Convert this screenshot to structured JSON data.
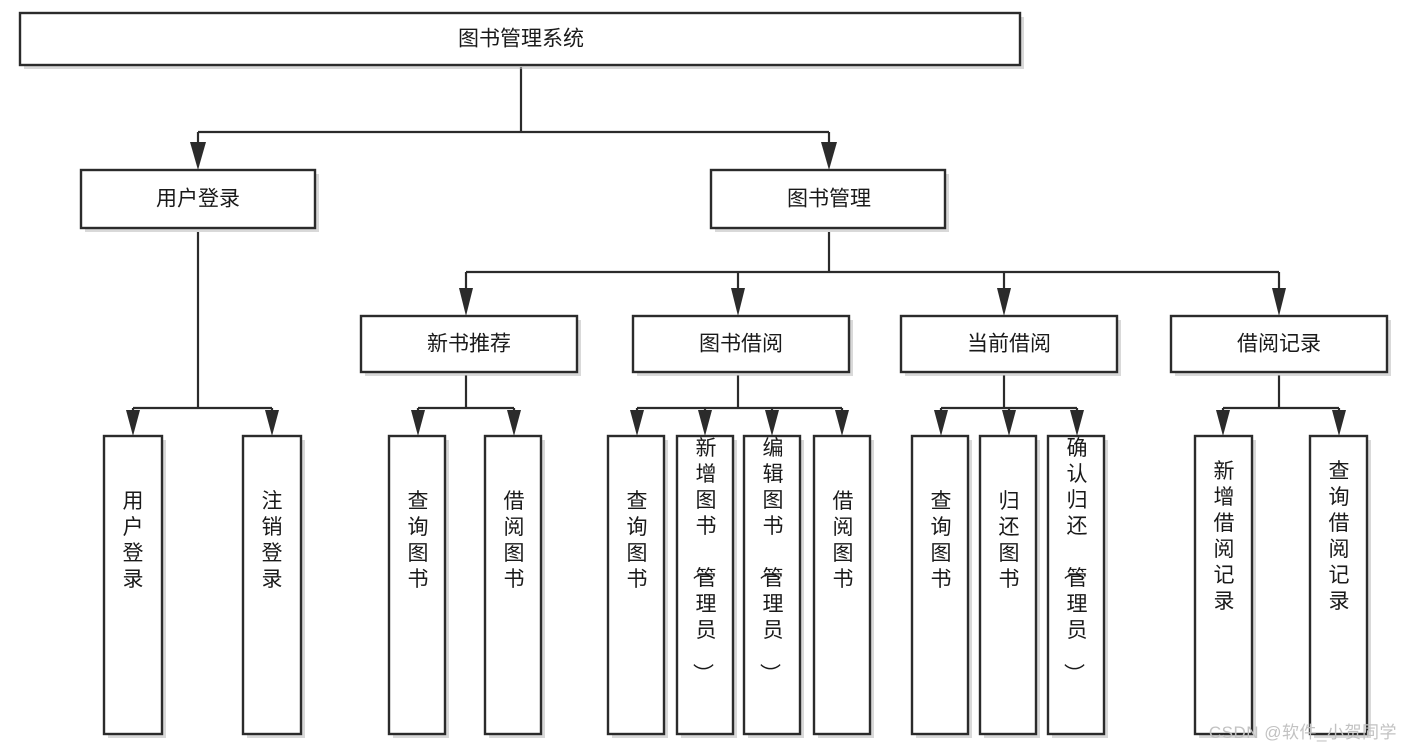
{
  "diagram": {
    "title": "图书管理系统",
    "type": "tree-hierarchy-chart",
    "watermark": "CSDN @软件_小贺同学",
    "colors": {
      "background": "#ffffff",
      "box_stroke": "#2b2b2b",
      "box_fill": "#ffffff",
      "connector": "#2b2b2b",
      "text": "#1a1a1a",
      "watermark": "#c2c2c2"
    },
    "levels": {
      "root": "图书管理系统",
      "level2": [
        "用户登录",
        "图书管理"
      ],
      "level3": [
        "新书推荐",
        "图书借阅",
        "当前借阅",
        "借阅记录"
      ]
    },
    "nodes": {
      "root": {
        "label": "图书管理系统"
      },
      "user_login": {
        "label": "用户登录"
      },
      "book_manage": {
        "label": "图书管理"
      },
      "new_book_rec": {
        "label": "新书推荐"
      },
      "book_borrow": {
        "label": "图书借阅"
      },
      "current_borrow": {
        "label": "当前借阅"
      },
      "borrow_record": {
        "label": "借阅记录"
      }
    },
    "leaves": {
      "user_login": [
        {
          "label": "用户登录"
        },
        {
          "label": "注销登录"
        }
      ],
      "new_book_rec": [
        {
          "label": "查询图书"
        },
        {
          "label": "借阅图书"
        }
      ],
      "book_borrow": [
        {
          "label": "查询图书"
        },
        {
          "label": "新增图书（管理员）"
        },
        {
          "label": "编辑图书（管理员）"
        },
        {
          "label": "借阅图书"
        }
      ],
      "current_borrow": [
        {
          "label": "查询图书"
        },
        {
          "label": "归还图书"
        },
        {
          "label": "确认归还（管理员）"
        }
      ],
      "borrow_record": [
        {
          "label": "新增借阅记录"
        },
        {
          "label": "查询借阅记录"
        }
      ]
    }
  }
}
